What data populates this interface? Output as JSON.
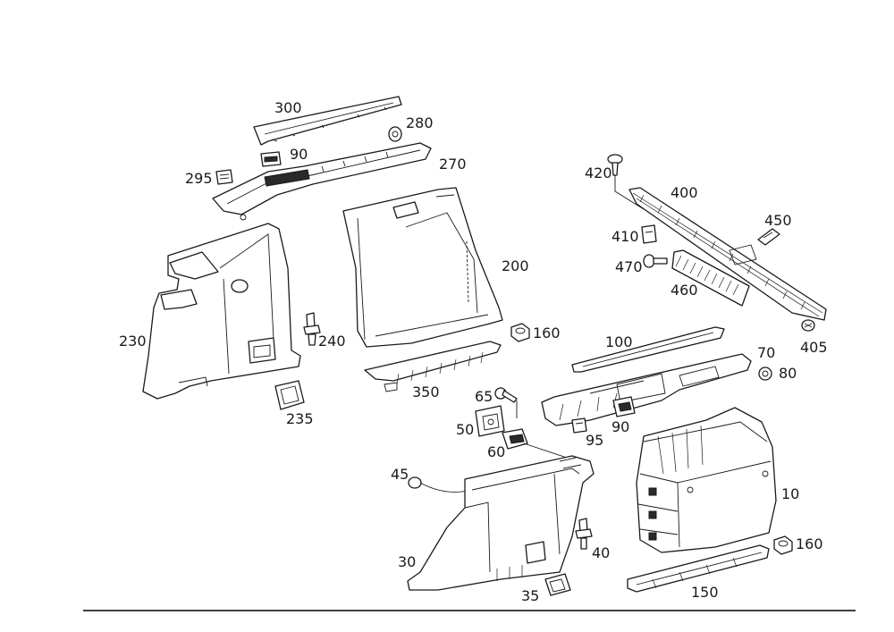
{
  "labels": {
    "l300": "300",
    "l280": "280",
    "l90a": "90",
    "l270": "270",
    "l295": "295",
    "l230": "230",
    "l240": "240",
    "l235": "235",
    "l200": "200",
    "l160a": "160",
    "l350": "350",
    "l420": "420",
    "l400": "400",
    "l450": "450",
    "l410": "410",
    "l470": "470",
    "l460": "460",
    "l405": "405",
    "l100": "100",
    "l70": "70",
    "l80": "80",
    "l65": "65",
    "l50": "50",
    "l60": "60",
    "l90b": "90",
    "l95": "95",
    "l10": "10",
    "l45": "45",
    "l30": "30",
    "l40": "40",
    "l35": "35",
    "l160b": "160",
    "l150": "150"
  }
}
